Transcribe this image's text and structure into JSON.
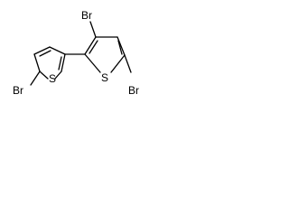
{
  "molecule": {
    "atoms": [
      {
        "id": "br-left",
        "label": "Br"
      },
      {
        "id": "s-left",
        "label": "S"
      },
      {
        "id": "br-top",
        "label": "Br"
      },
      {
        "id": "s-right",
        "label": "S"
      },
      {
        "id": "br-right",
        "label": "Br"
      }
    ]
  }
}
